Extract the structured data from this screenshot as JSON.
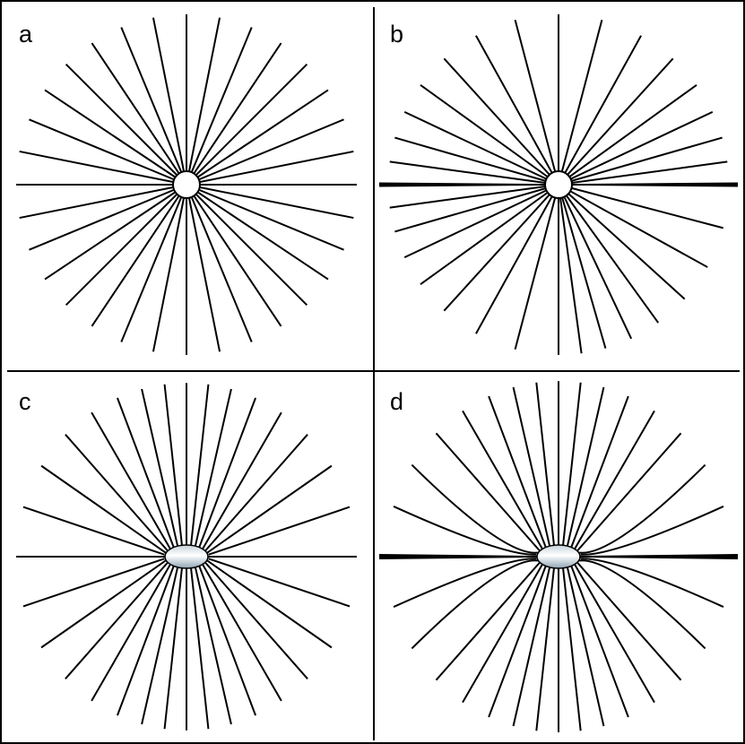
{
  "figure": {
    "panels": [
      {
        "label": "a",
        "particle": "circle",
        "field_lines": 32,
        "concentrated_horizontal": false
      },
      {
        "label": "b",
        "particle": "circle",
        "field_lines": 32,
        "concentrated_horizontal": true
      },
      {
        "label": "c",
        "particle": "ellipse",
        "field_lines": 32,
        "concentrated_horizontal": false
      },
      {
        "label": "d",
        "particle": "ellipse",
        "field_lines": 32,
        "concentrated_horizontal": true
      }
    ]
  },
  "colors": {
    "line": "#000000",
    "background": "#ffffff",
    "particle_fill": "#ffffff",
    "ellipse_shade": "#9db0bf"
  }
}
